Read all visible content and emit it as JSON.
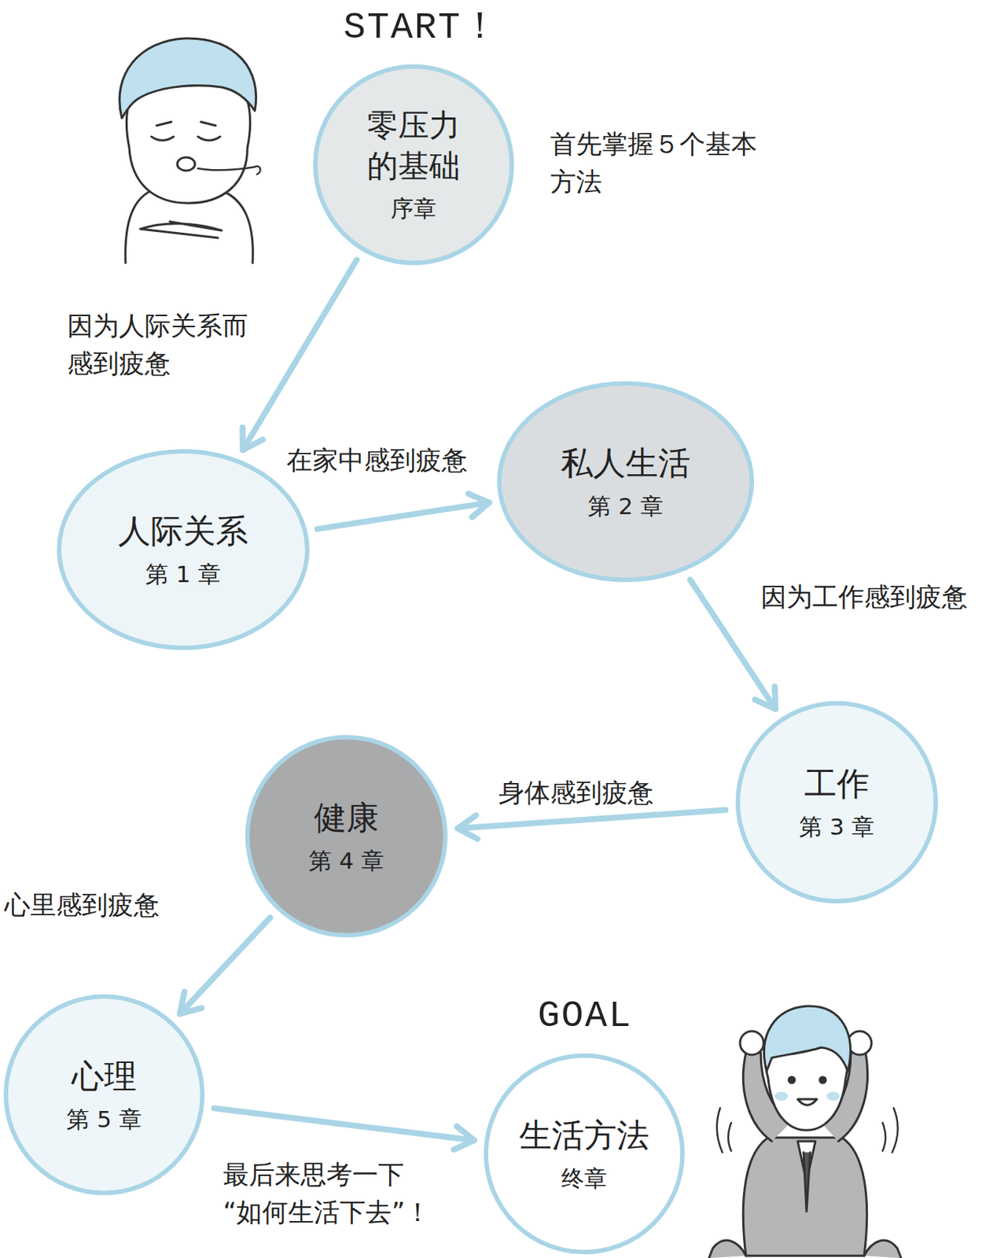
{
  "diagram": {
    "nodes": [
      {
        "text": [
          "零压力 的基础",
          "序章"
        ]
      },
      {
        "text": [
          "人际关系",
          "第 1 章"
        ]
      },
      {
        "text": [
          "私人生活",
          "第 2 章"
        ]
      },
      {
        "text": [
          "工作",
          "第 3 章"
        ]
      },
      {
        "text": [
          "健康",
          "第 4 章"
        ]
      },
      {
        "text": [
          "心理",
          "第 5 章"
        ]
      },
      {
        "text": [
          "生活方法",
          "终章"
        ]
      }
    ],
    "edges": [
      {
        "from": 0,
        "to": 1,
        "label": "因为人际关系而 感到疲惫",
        "arrow": "to"
      },
      {
        "from": 1,
        "to": 2,
        "label": "在家中感到疲惫",
        "arrow": "to"
      },
      {
        "from": 2,
        "to": 3,
        "label": "因为工作感到疲惫",
        "arrow": "to"
      },
      {
        "from": 3,
        "to": 4,
        "label": "身体感到疲惫",
        "arrow": "to"
      },
      {
        "from": 4,
        "to": 5,
        "label": "心里感到疲惫",
        "arrow": "to"
      },
      {
        "from": 5,
        "to": 6,
        "label": "最后来思考一下 “如何生活下去”！",
        "arrow": "to"
      }
    ],
    "labels": [
      "START！",
      "首先掌握５个基本 方法",
      "GOAL"
    ]
  }
}
